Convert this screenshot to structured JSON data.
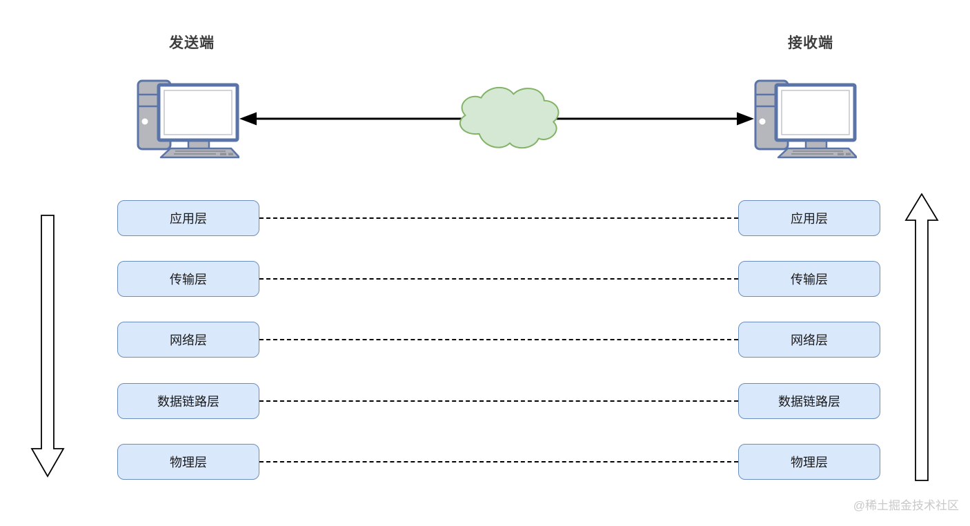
{
  "diagram": {
    "sender": {
      "title": "发送端"
    },
    "receiver": {
      "title": "接收端"
    },
    "layers": [
      "应用层",
      "传输层",
      "网络层",
      "数据链路层",
      "物理层"
    ],
    "watermark": "@稀土掘金技术社区"
  },
  "colors": {
    "box_fill": "#dae8fc",
    "box_border": "#6c8ebf",
    "cloud_fill": "#d5e8d4",
    "cloud_border": "#82b366",
    "computer_body": "#b5b7bc",
    "computer_outline": "#5b74a8",
    "line": "#000000",
    "watermark": "#c9c9c9"
  }
}
